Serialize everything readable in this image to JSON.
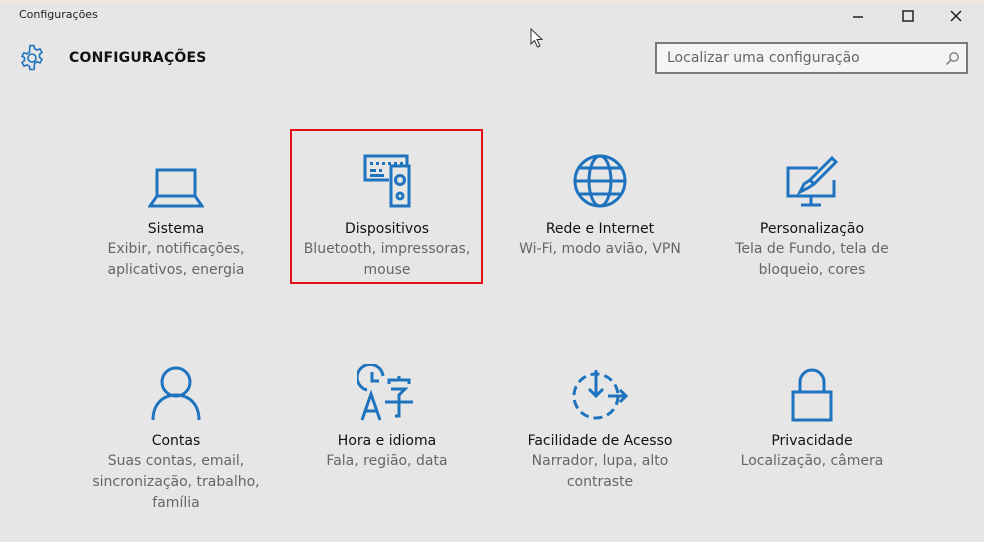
{
  "window": {
    "title": "Configurações",
    "controls": {
      "minimize": "minimize",
      "maximize": "maximize",
      "close": "close"
    }
  },
  "header": {
    "icon": "gear-icon",
    "title": "CONFIGURAÇÕES"
  },
  "search": {
    "placeholder": "Localizar uma configuração",
    "value": "",
    "icon": "search-icon"
  },
  "colors": {
    "accent": "#1e73be",
    "background": "#e6e6e6",
    "highlight": "#e30f13"
  },
  "tiles": [
    {
      "icon": "laptop-icon",
      "name": "Sistema",
      "desc_lines": [
        "Exibir, notificações,",
        "aplicativos, energia"
      ]
    },
    {
      "icon": "devices-icon",
      "name": "Dispositivos",
      "desc_lines": [
        "Bluetooth, impressoras,",
        "mouse"
      ]
    },
    {
      "icon": "globe-icon",
      "name": "Rede e Internet",
      "desc_lines": [
        "Wi-Fi, modo avião, VPN"
      ]
    },
    {
      "icon": "personalization-icon",
      "name": "Personalização",
      "desc_lines": [
        "Tela de Fundo, tela de",
        "bloqueio, cores"
      ]
    },
    {
      "icon": "person-icon",
      "name": "Contas",
      "desc_lines": [
        "Suas contas, email,",
        "sincronização, trabalho,",
        "família"
      ]
    },
    {
      "icon": "time-language-icon",
      "name": "Hora e idioma",
      "desc_lines": [
        "Fala, região, data"
      ]
    },
    {
      "icon": "ease-of-access-icon",
      "name": "Facilidade de Acesso",
      "desc_lines": [
        "Narrador, lupa, alto",
        "contraste"
      ]
    },
    {
      "icon": "lock-icon",
      "name": "Privacidade",
      "desc_lines": [
        "Localização, câmera"
      ]
    }
  ]
}
